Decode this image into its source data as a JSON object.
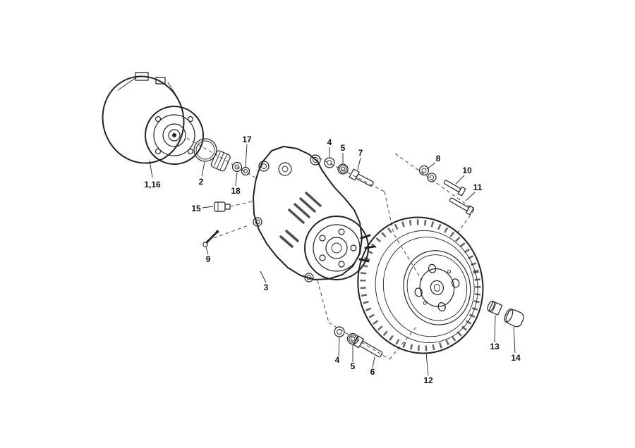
{
  "diagram": {
    "type": "exploded-parts-diagram",
    "description_visible": "",
    "colors": {
      "background": "#ffffff",
      "line": "#222222",
      "label": "#111111"
    },
    "labels": [
      {
        "text": "1,16"
      },
      {
        "text": "2"
      },
      {
        "text": "17"
      },
      {
        "text": "18"
      },
      {
        "text": "15"
      },
      {
        "text": "9"
      },
      {
        "text": "3"
      },
      {
        "text": "4"
      },
      {
        "text": "5"
      },
      {
        "text": "7"
      },
      {
        "text": "8"
      },
      {
        "text": "10"
      },
      {
        "text": "11"
      },
      {
        "text": "12"
      },
      {
        "text": "13"
      },
      {
        "text": "14"
      },
      {
        "text": "4"
      },
      {
        "text": "5"
      },
      {
        "text": "6"
      }
    ]
  }
}
